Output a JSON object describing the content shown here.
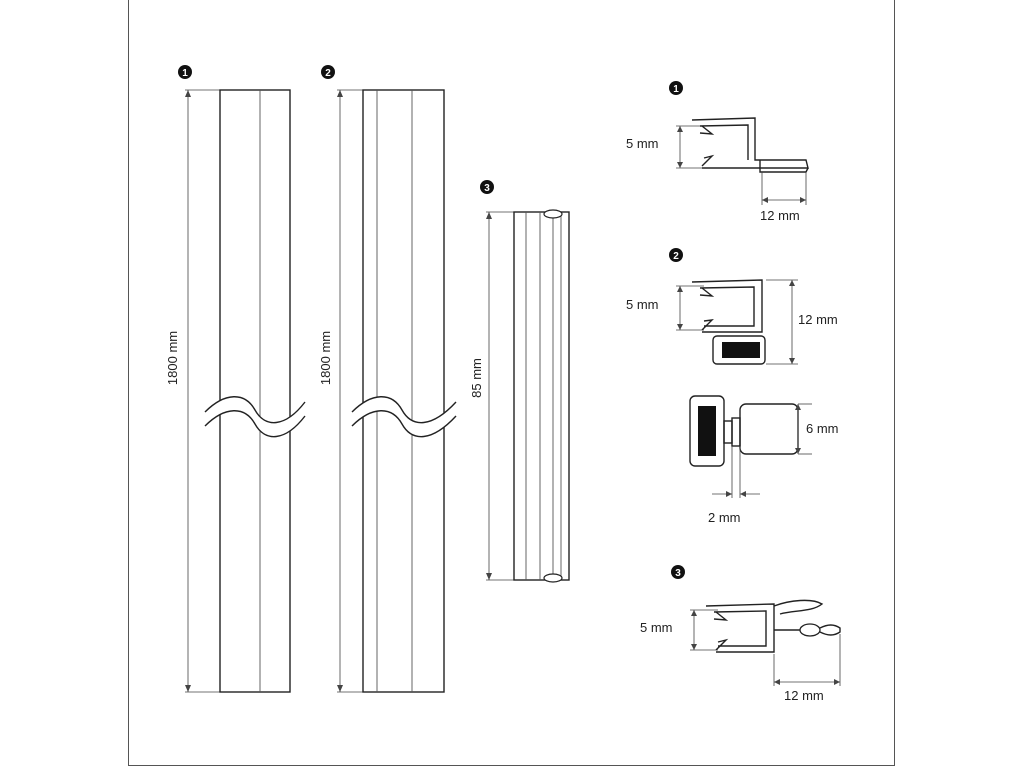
{
  "bullets": {
    "one": "1",
    "two": "2",
    "three": "3"
  },
  "strips": {
    "strip1_length": "1800 mm",
    "strip2_length": "1800 mm",
    "strip3_length": "85 mm"
  },
  "profiles": {
    "p1_height": "5 mm",
    "p1_width": "12 mm",
    "p2_height": "5 mm",
    "p2_total": "12 mm",
    "magnet_height": "6 mm",
    "magnet_gap": "2 mm",
    "p3_height": "5 mm",
    "p3_width": "12 mm"
  }
}
